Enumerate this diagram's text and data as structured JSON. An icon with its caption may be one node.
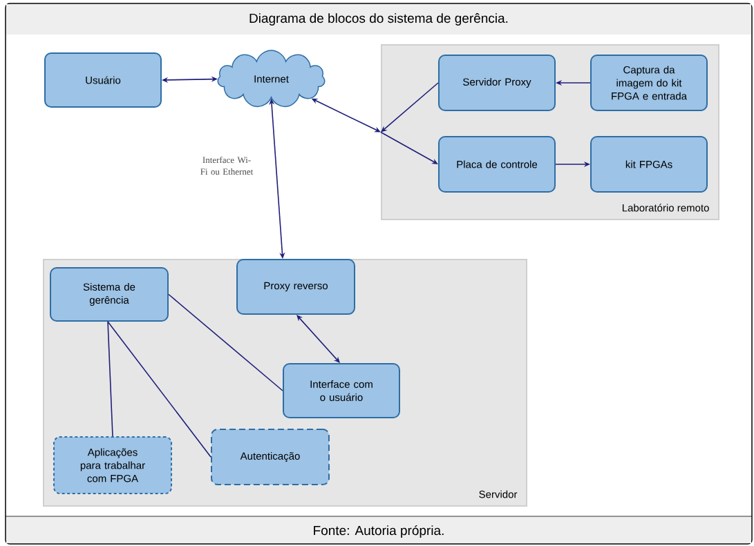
{
  "diagram": {
    "title": "Diagrama de blocos do sistema de gerência.",
    "caption": "Fonte: Autoria própria.",
    "nodes": [
      {
        "text": [
          "Usuário"
        ]
      },
      {
        "text": [
          "Internet"
        ]
      },
      {
        "text": [
          "Laboratório remoto"
        ]
      },
      {
        "text": [
          "Servidor Proxy"
        ],
        "in": 2
      },
      {
        "text": [
          "Captura da imagem do kit FPGA e entrada"
        ],
        "in": 2
      },
      {
        "text": [
          "Placa de controle"
        ],
        "in": 2
      },
      {
        "text": [
          "kit FPGAs"
        ],
        "in": 2
      },
      {
        "text": [
          "Servidor"
        ]
      },
      {
        "text": [
          "Sistema de gerência"
        ],
        "in": 7
      },
      {
        "text": [
          "Proxy reverso"
        ],
        "in": 7
      },
      {
        "text": [
          "Interface com o usuário"
        ],
        "in": 7
      },
      {
        "text": [
          "Aplicações para trabalhar com FPGA"
        ],
        "in": 7
      },
      {
        "text": [
          "Autenticação"
        ],
        "in": 7
      }
    ],
    "edges": [
      {
        "from": 0,
        "to": 1,
        "arrow": "both"
      },
      {
        "from": 1,
        "to": 2,
        "arrow": "both"
      },
      {
        "from": 3,
        "to": 2,
        "arrow": "to"
      },
      {
        "from": 2,
        "to": 5,
        "arrow": "to"
      },
      {
        "from": 4,
        "to": 3,
        "arrow": "to"
      },
      {
        "from": 5,
        "to": 6,
        "arrow": "to"
      },
      {
        "from": 1,
        "to": 9,
        "arrow": "both",
        "label": "Interface Wi-Fi ou Ethernet"
      },
      {
        "from": 9,
        "to": 10,
        "arrow": "both"
      },
      {
        "from": 8,
        "to": 10,
        "arrow": "none"
      },
      {
        "from": 8,
        "to": 11,
        "arrow": "none"
      },
      {
        "from": 8,
        "to": 12,
        "arrow": "none"
      }
    ]
  }
}
